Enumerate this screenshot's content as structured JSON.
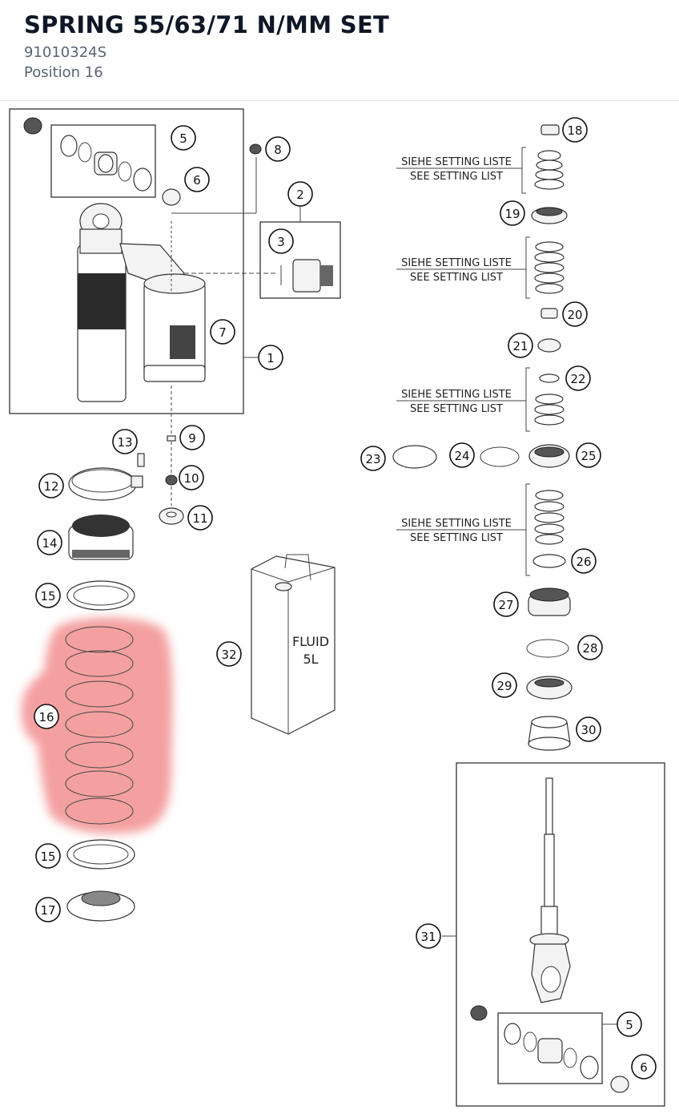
{
  "header": {
    "title": "SPRING 55/63/71 N/MM SET",
    "part_number": "91010324S",
    "position": "Position 16"
  },
  "diagram": {
    "setting_note_de": "SIEHE SETTING LISTE",
    "setting_note_en": "SEE SETTING LIST",
    "fluid_label_1": "FLUID",
    "fluid_label_2": "5L",
    "highlight_color": "#f08080",
    "highlighted_position": "16",
    "callouts": [
      "1",
      "2",
      "3",
      "5",
      "6",
      "7",
      "8",
      "9",
      "10",
      "11",
      "12",
      "13",
      "14",
      "15",
      "16",
      "17",
      "18",
      "19",
      "20",
      "21",
      "22",
      "23",
      "24",
      "25",
      "26",
      "27",
      "28",
      "29",
      "30",
      "31",
      "32"
    ]
  }
}
